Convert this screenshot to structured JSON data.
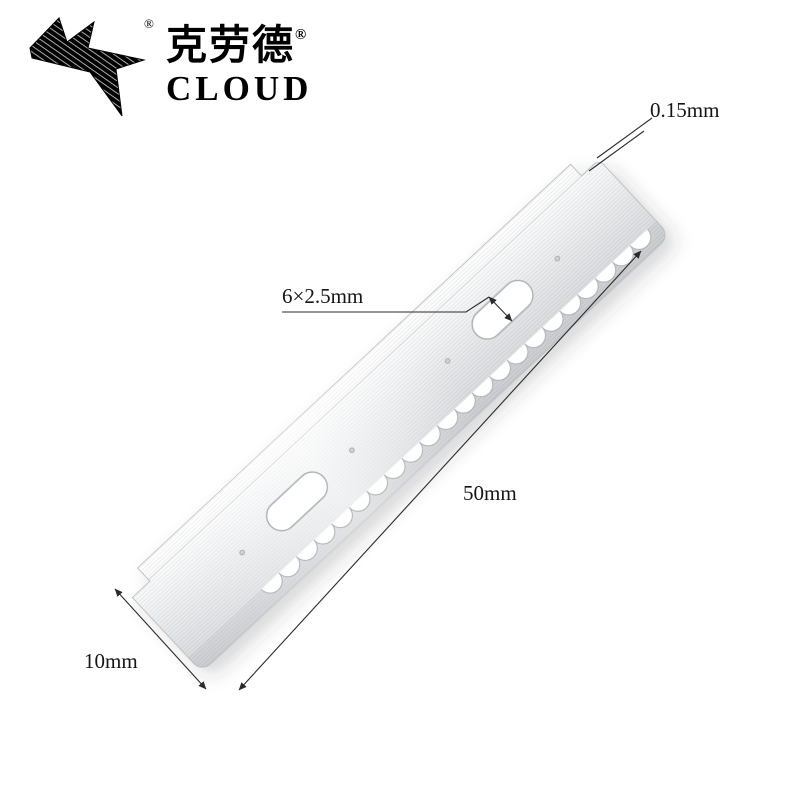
{
  "page": {
    "background": "#ffffff"
  },
  "logo": {
    "brand_cn": "克劳德",
    "brand_en": "CLOUD",
    "registered_mark": "®",
    "icon": "swallow-bird-icon",
    "color": "#000000"
  },
  "dimensions": {
    "thickness_label": "0.15mm",
    "slot_label": "6×2.5mm",
    "length_label": "50mm",
    "width_label": "10mm"
  },
  "blade": {
    "metal_light": "#ffffff",
    "metal_mid": "#e6e8ea",
    "metal_dark": "#d2d4d7",
    "outline": "#bfc3c7",
    "serration_count": 22,
    "slot_count": 2,
    "pinhole_count": 4
  },
  "annotation": {
    "line_color": "#2b2b2b",
    "text_color": "#151515"
  }
}
